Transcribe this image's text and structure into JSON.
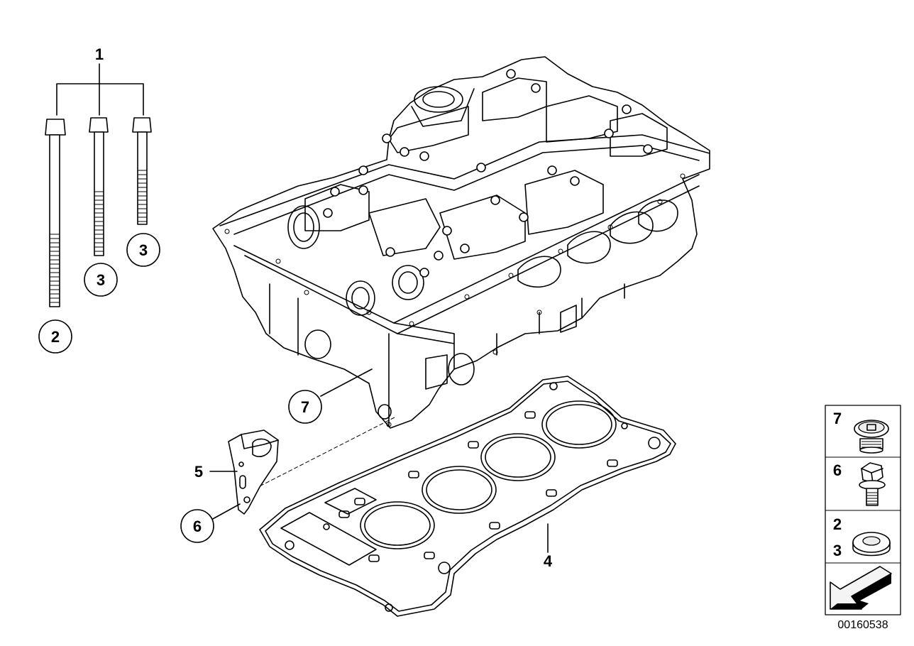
{
  "callouts": {
    "c1": "1",
    "c2": "2",
    "c3a": "3",
    "c3b": "3",
    "c4": "4",
    "c5": "5",
    "c6": "6",
    "c7": "7"
  },
  "legend": {
    "row7": "7",
    "row6": "6",
    "row23_top": "2",
    "row23_bottom": "3"
  },
  "doc_number": "00160538",
  "icons": [
    "cylinder-head-drawing",
    "head-gasket-drawing",
    "bracket-drawing",
    "head-bolt-drawing",
    "screw-plug-icon",
    "hex-bolt-icon",
    "washer-icon",
    "navigation-arrow-icon"
  ]
}
